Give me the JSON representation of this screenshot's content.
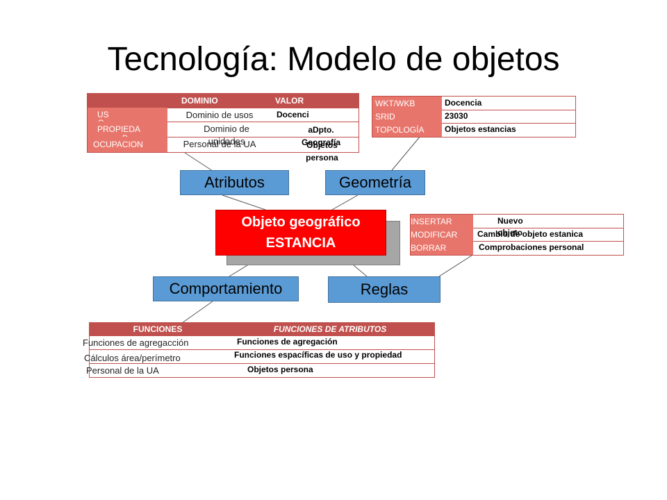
{
  "title": "Tecnología: Modelo de objetos",
  "boxes": {
    "atributos": "Atributos",
    "geometria": "Geometría",
    "comportamiento": "Comportamiento",
    "reglas": "Reglas",
    "objeto_line1": "Objeto geográfico",
    "objeto_line2": "ESTANCIA"
  },
  "atributos_table": {
    "headers": [
      "DOMINIO",
      "VALOR"
    ],
    "rows": [
      {
        "name": "US",
        "name_extra": "O",
        "dominio": "Dominio de usos",
        "valor": "Docenci"
      },
      {
        "name": "PROPIEDA",
        "name_extra": "D",
        "dominio": "Dominio de unidades",
        "valor": "aDpto. Geografía"
      },
      {
        "name": "OCUPACION",
        "name_extra": "",
        "dominio": "Personal de la UA",
        "valor": "Objetos persona"
      }
    ]
  },
  "geometria_table": {
    "rows": [
      {
        "key": "WKT/WKB",
        "value": "Docencia"
      },
      {
        "key": "SRID",
        "value": "23030"
      },
      {
        "key": "TOPOLOGÍA",
        "value": "Objetos estancias"
      }
    ]
  },
  "reglas_table": {
    "rows": [
      {
        "key": "INSERTAR",
        "value": "Nuevo objeto"
      },
      {
        "key": "MODIFICAR",
        "value": "Cambio de objeto estanica"
      },
      {
        "key": "BORRAR",
        "value": "Comprobaciones personal"
      }
    ]
  },
  "comportamiento_table": {
    "headers": [
      "FUNCIONES",
      "FUNCIONES DE ATRIBUTOS"
    ],
    "rows": [
      {
        "funcion": "Funciones de agregacción",
        "atributo": "Funciones de agregación"
      },
      {
        "funcion": "Cálculos área/perímetro",
        "atributo": "Funciones espacíficas de uso y propiedad"
      },
      {
        "funcion": "Personal de la UA",
        "atributo": "Objetos persona"
      }
    ]
  },
  "colors": {
    "header_red": "#c0504d",
    "cell_red": "#e8756b",
    "box_blue": "#5b9bd5",
    "object_red": "#ff0000"
  }
}
